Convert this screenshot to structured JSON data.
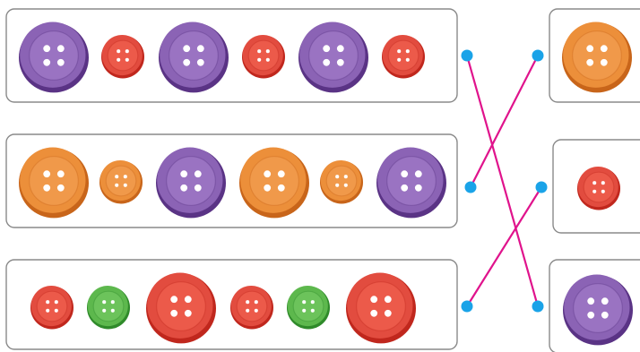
{
  "palette": {
    "purple": {
      "rim": "#5a3385",
      "face": "#8b63b5",
      "center": "#9a73c2",
      "hole": "#ffffff"
    },
    "red": {
      "rim": "#c0271d",
      "face": "#e24c3f",
      "center": "#ec5a4a",
      "hole": "#ffffff"
    },
    "orange": {
      "rim": "#c8651a",
      "face": "#ec8f3a",
      "center": "#f0994a",
      "hole": "#ffffff"
    },
    "green": {
      "rim": "#2f8a2a",
      "face": "#5db84d",
      "center": "#6cc35b",
      "hole": "#ffffff"
    },
    "line": "#e0138c",
    "dot": "#1aa3e8"
  },
  "left_rows": [
    {
      "buttons": [
        {
          "color": "purple",
          "size": "large"
        },
        {
          "color": "red",
          "size": "small"
        },
        {
          "color": "purple",
          "size": "large"
        },
        {
          "color": "red",
          "size": "small"
        },
        {
          "color": "purple",
          "size": "large"
        },
        {
          "color": "red",
          "size": "small"
        }
      ]
    },
    {
      "buttons": [
        {
          "color": "orange",
          "size": "large"
        },
        {
          "color": "orange",
          "size": "small"
        },
        {
          "color": "purple",
          "size": "large"
        },
        {
          "color": "orange",
          "size": "large"
        },
        {
          "color": "orange",
          "size": "small"
        },
        {
          "color": "purple",
          "size": "large"
        }
      ]
    },
    {
      "buttons": [
        {
          "color": "red",
          "size": "small"
        },
        {
          "color": "green",
          "size": "small"
        },
        {
          "color": "red",
          "size": "large"
        },
        {
          "color": "red",
          "size": "small"
        },
        {
          "color": "green",
          "size": "small"
        },
        {
          "color": "red",
          "size": "large"
        }
      ]
    }
  ],
  "right_items": [
    {
      "color": "orange",
      "size": "large"
    },
    {
      "color": "red",
      "size": "small"
    },
    {
      "color": "purple",
      "size": "large"
    }
  ],
  "connections": [
    {
      "from_row": 1,
      "to_item": 3
    },
    {
      "from_row": 2,
      "to_item": 1
    },
    {
      "from_row": 3,
      "to_item": 2
    }
  ]
}
